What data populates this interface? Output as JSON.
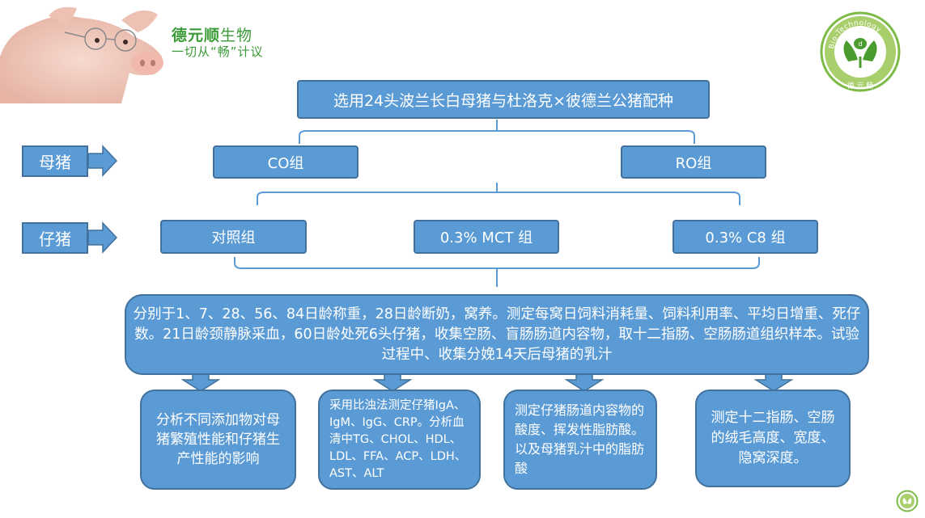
{
  "brand": {
    "name_bold": "德元顺",
    "name_rest": "生物",
    "slogan": "一切从“畅”计议",
    "logo_ring_text": "Bio-Technology",
    "logo_bottom_text": "德 元 畅"
  },
  "top_box": "选用24头波兰长白母猪与杜洛克×彼德兰公猪配种",
  "row_labels": {
    "sow": "母猪",
    "piglet": "仔猪"
  },
  "sow_groups": [
    "CO组",
    "RO组"
  ],
  "piglet_groups": [
    "对照组",
    "0.3% MCT 组",
    "0.3% C8 组"
  ],
  "procedure": "分别于1、7、28、56、84日龄称重，28日龄断奶，窝养。测定每窝日饲料消耗量、饲料利用率、平均日增重、死仔数。21日龄颈静脉采血，60日龄处死6头仔猪，收集空肠、盲肠肠道内容物，取十二指肠、空肠肠道组织样本。试验过程中、收集分娩14天后母猪的乳汁",
  "analyses": [
    "分析不同添加物对母猪繁殖性能和仔猪生产性能的影响",
    "采用比浊法测定仔猪IgA、IgM、IgG、CRP。分析血清中TG、CHOL、HDL、LDL、FFA、ACP、LDH、AST、ALT",
    "测定仔猪肠道内容物的酸度、挥发性脂肪酸。以及母猪乳汁中的脂肪酸",
    "测定十二指肠、空肠的绒毛高度、宽度、隐窝深度。"
  ],
  "colors": {
    "box_fill": "#5b9bd5",
    "box_border": "#41719c",
    "brand_green": "#3a9a35",
    "bracket": "#5b9bd5"
  }
}
